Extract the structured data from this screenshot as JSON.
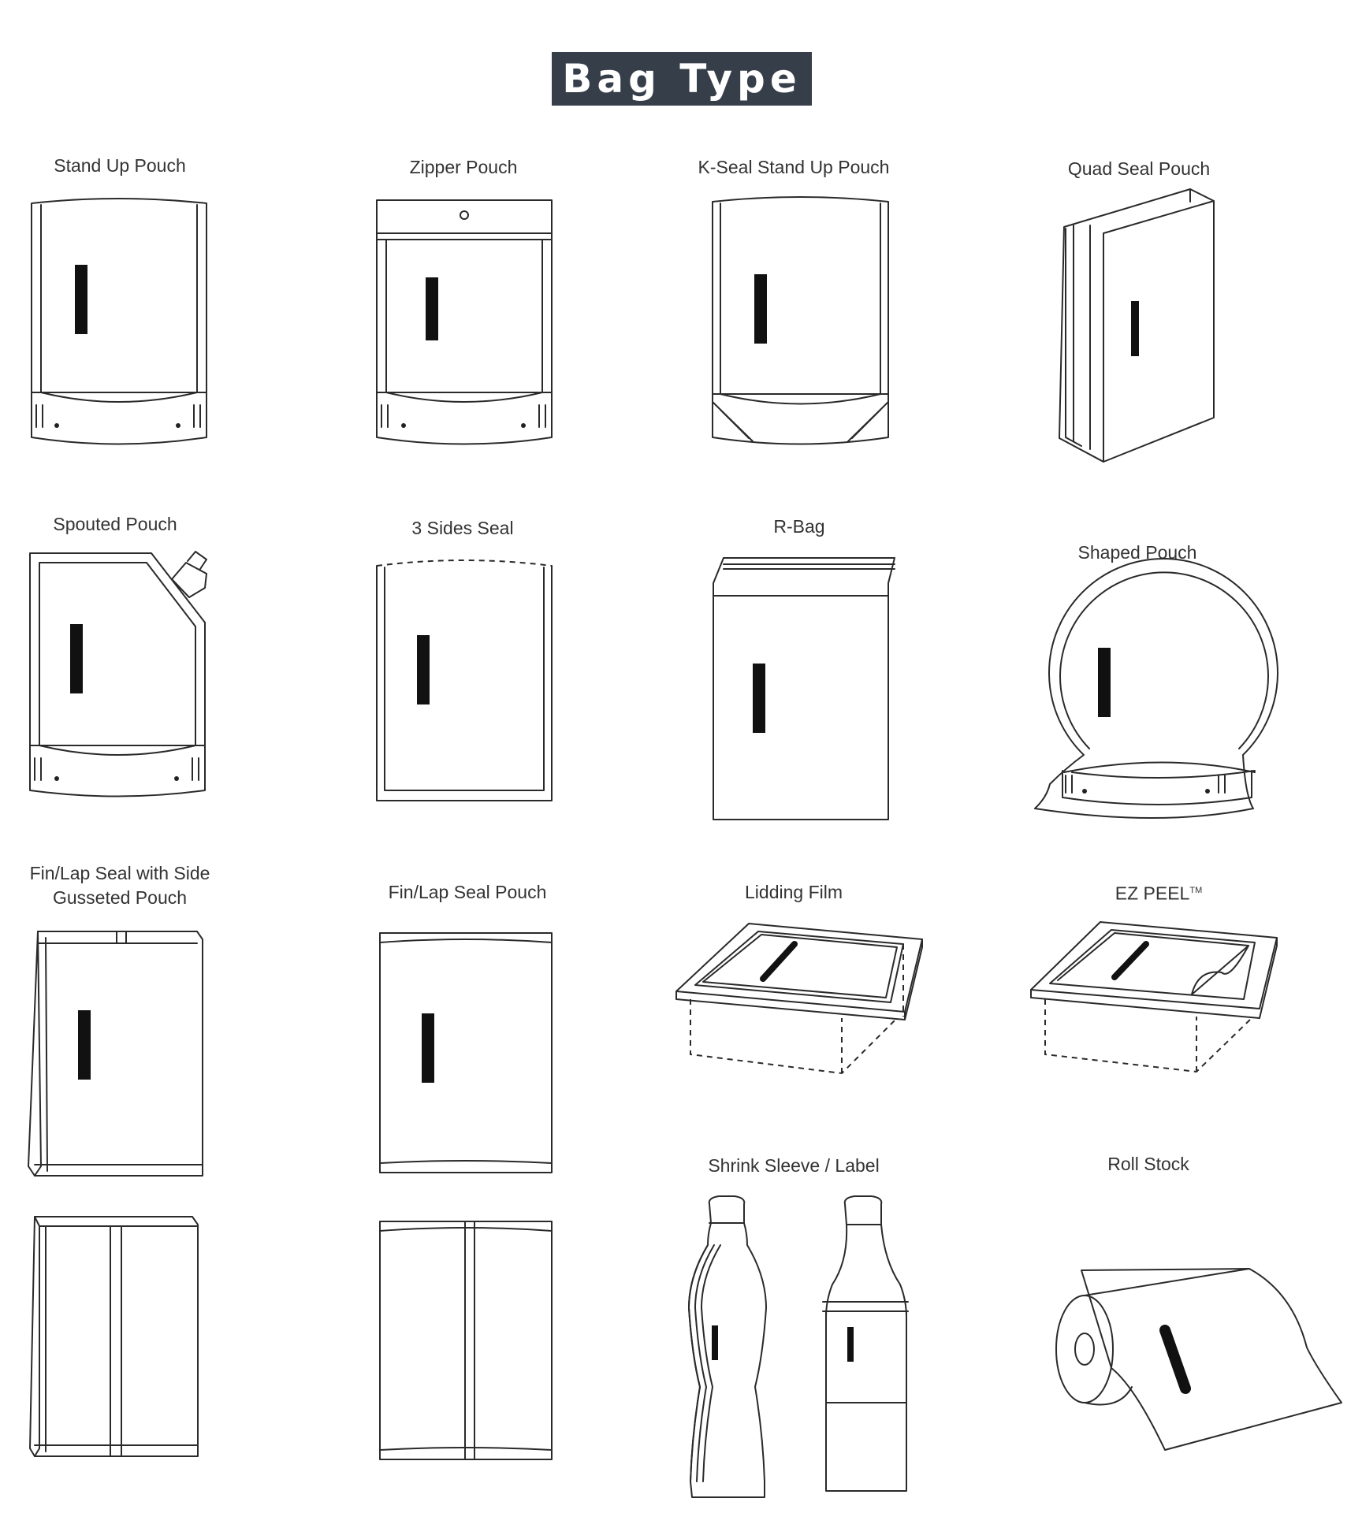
{
  "title": "Bag Type",
  "bag_types": [
    {
      "label": "Stand Up Pouch",
      "icon": "stand-up-pouch-icon"
    },
    {
      "label": "Zipper Pouch",
      "icon": "zipper-pouch-icon"
    },
    {
      "label": "K-Seal Stand Up Pouch",
      "icon": "k-seal-pouch-icon"
    },
    {
      "label": "Quad Seal Pouch",
      "icon": "quad-seal-pouch-icon"
    },
    {
      "label": "Spouted Pouch",
      "icon": "spouted-pouch-icon"
    },
    {
      "label": "3 Sides Seal",
      "icon": "three-side-seal-icon"
    },
    {
      "label": "R-Bag",
      "icon": "r-bag-icon"
    },
    {
      "label": "Shaped Pouch",
      "icon": "shaped-pouch-icon"
    },
    {
      "label": "Fin/Lap Seal with Side Gusseted Pouch",
      "icon": "side-gusseted-pouch-icon"
    },
    {
      "label": "Fin/Lap Seal Pouch",
      "icon": "fin-lap-seal-pouch-icon"
    },
    {
      "label": "Lidding Film",
      "icon": "lidding-film-icon"
    },
    {
      "label": "EZ PEEL",
      "trademark": "TM",
      "icon": "ez-peel-icon"
    },
    {
      "label": "Shrink Sleeve / Label",
      "icon": "bottles-icon"
    },
    {
      "label": "Roll Stock",
      "icon": "roll-stock-icon"
    }
  ]
}
